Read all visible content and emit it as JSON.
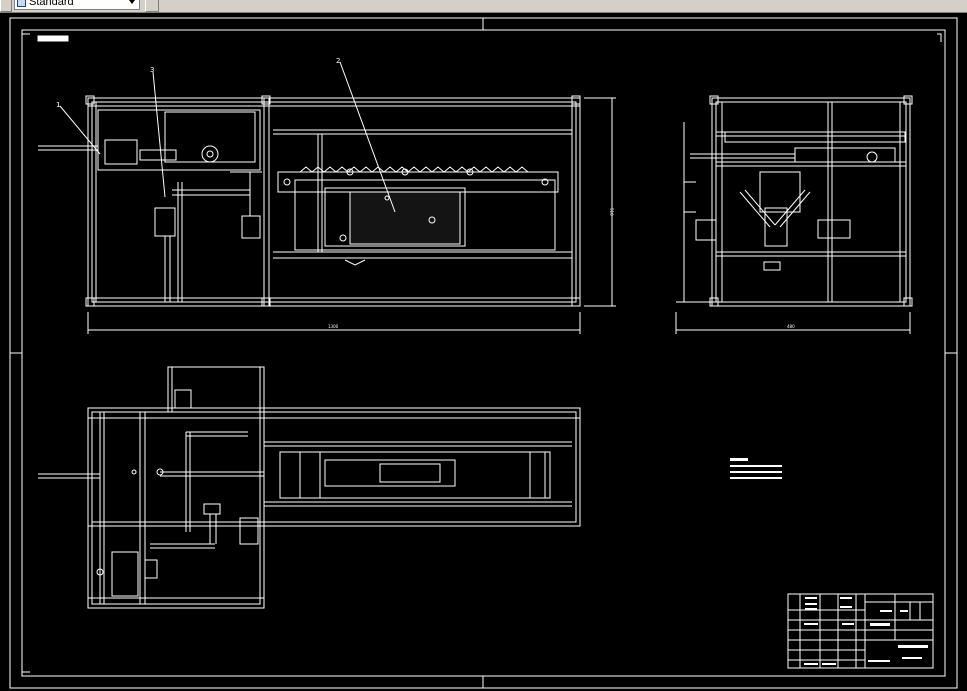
{
  "toolbar": {
    "text_style": {
      "value": "Standard",
      "icon": "text-style-icon"
    }
  },
  "drawing": {
    "line_color": "#ffffff",
    "background_color": "#000000",
    "callouts": {
      "part1": "1",
      "part2": "2",
      "part3": "3"
    },
    "dimensions": {
      "front_width": "1300",
      "front_height": "510",
      "side_width": "480"
    }
  }
}
